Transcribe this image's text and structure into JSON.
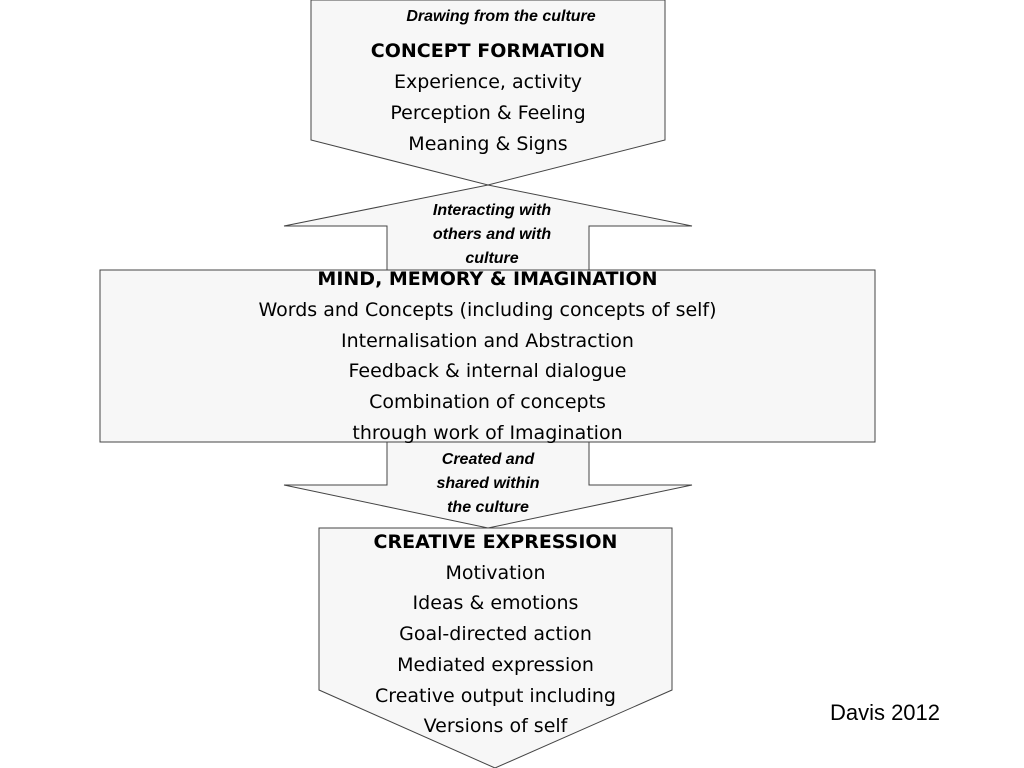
{
  "top_box": {
    "source_label": "Drawing from the culture",
    "heading": "CONCEPT FORMATION",
    "items": [
      "Experience, activity",
      "Perception & Feeling",
      "Meaning & Signs"
    ]
  },
  "connector_1": {
    "lines": [
      "Interacting with",
      "others and with",
      "culture"
    ]
  },
  "middle_box": {
    "heading": "MIND, MEMORY & IMAGINATION",
    "items": [
      "Words and Concepts (including concepts of self)",
      "Internalisation and Abstraction",
      "Feedback & internal dialogue",
      "Combination of concepts",
      "through work of Imagination"
    ]
  },
  "connector_2": {
    "lines": [
      "Created and",
      "shared within",
      "the culture"
    ]
  },
  "bottom_box": {
    "heading": "CREATIVE EXPRESSION",
    "items": [
      "Motivation",
      "Ideas & emotions",
      "Goal-directed action",
      "Mediated expression",
      "Creative output including",
      "Versions of self"
    ]
  },
  "citation": "Davis 2012"
}
